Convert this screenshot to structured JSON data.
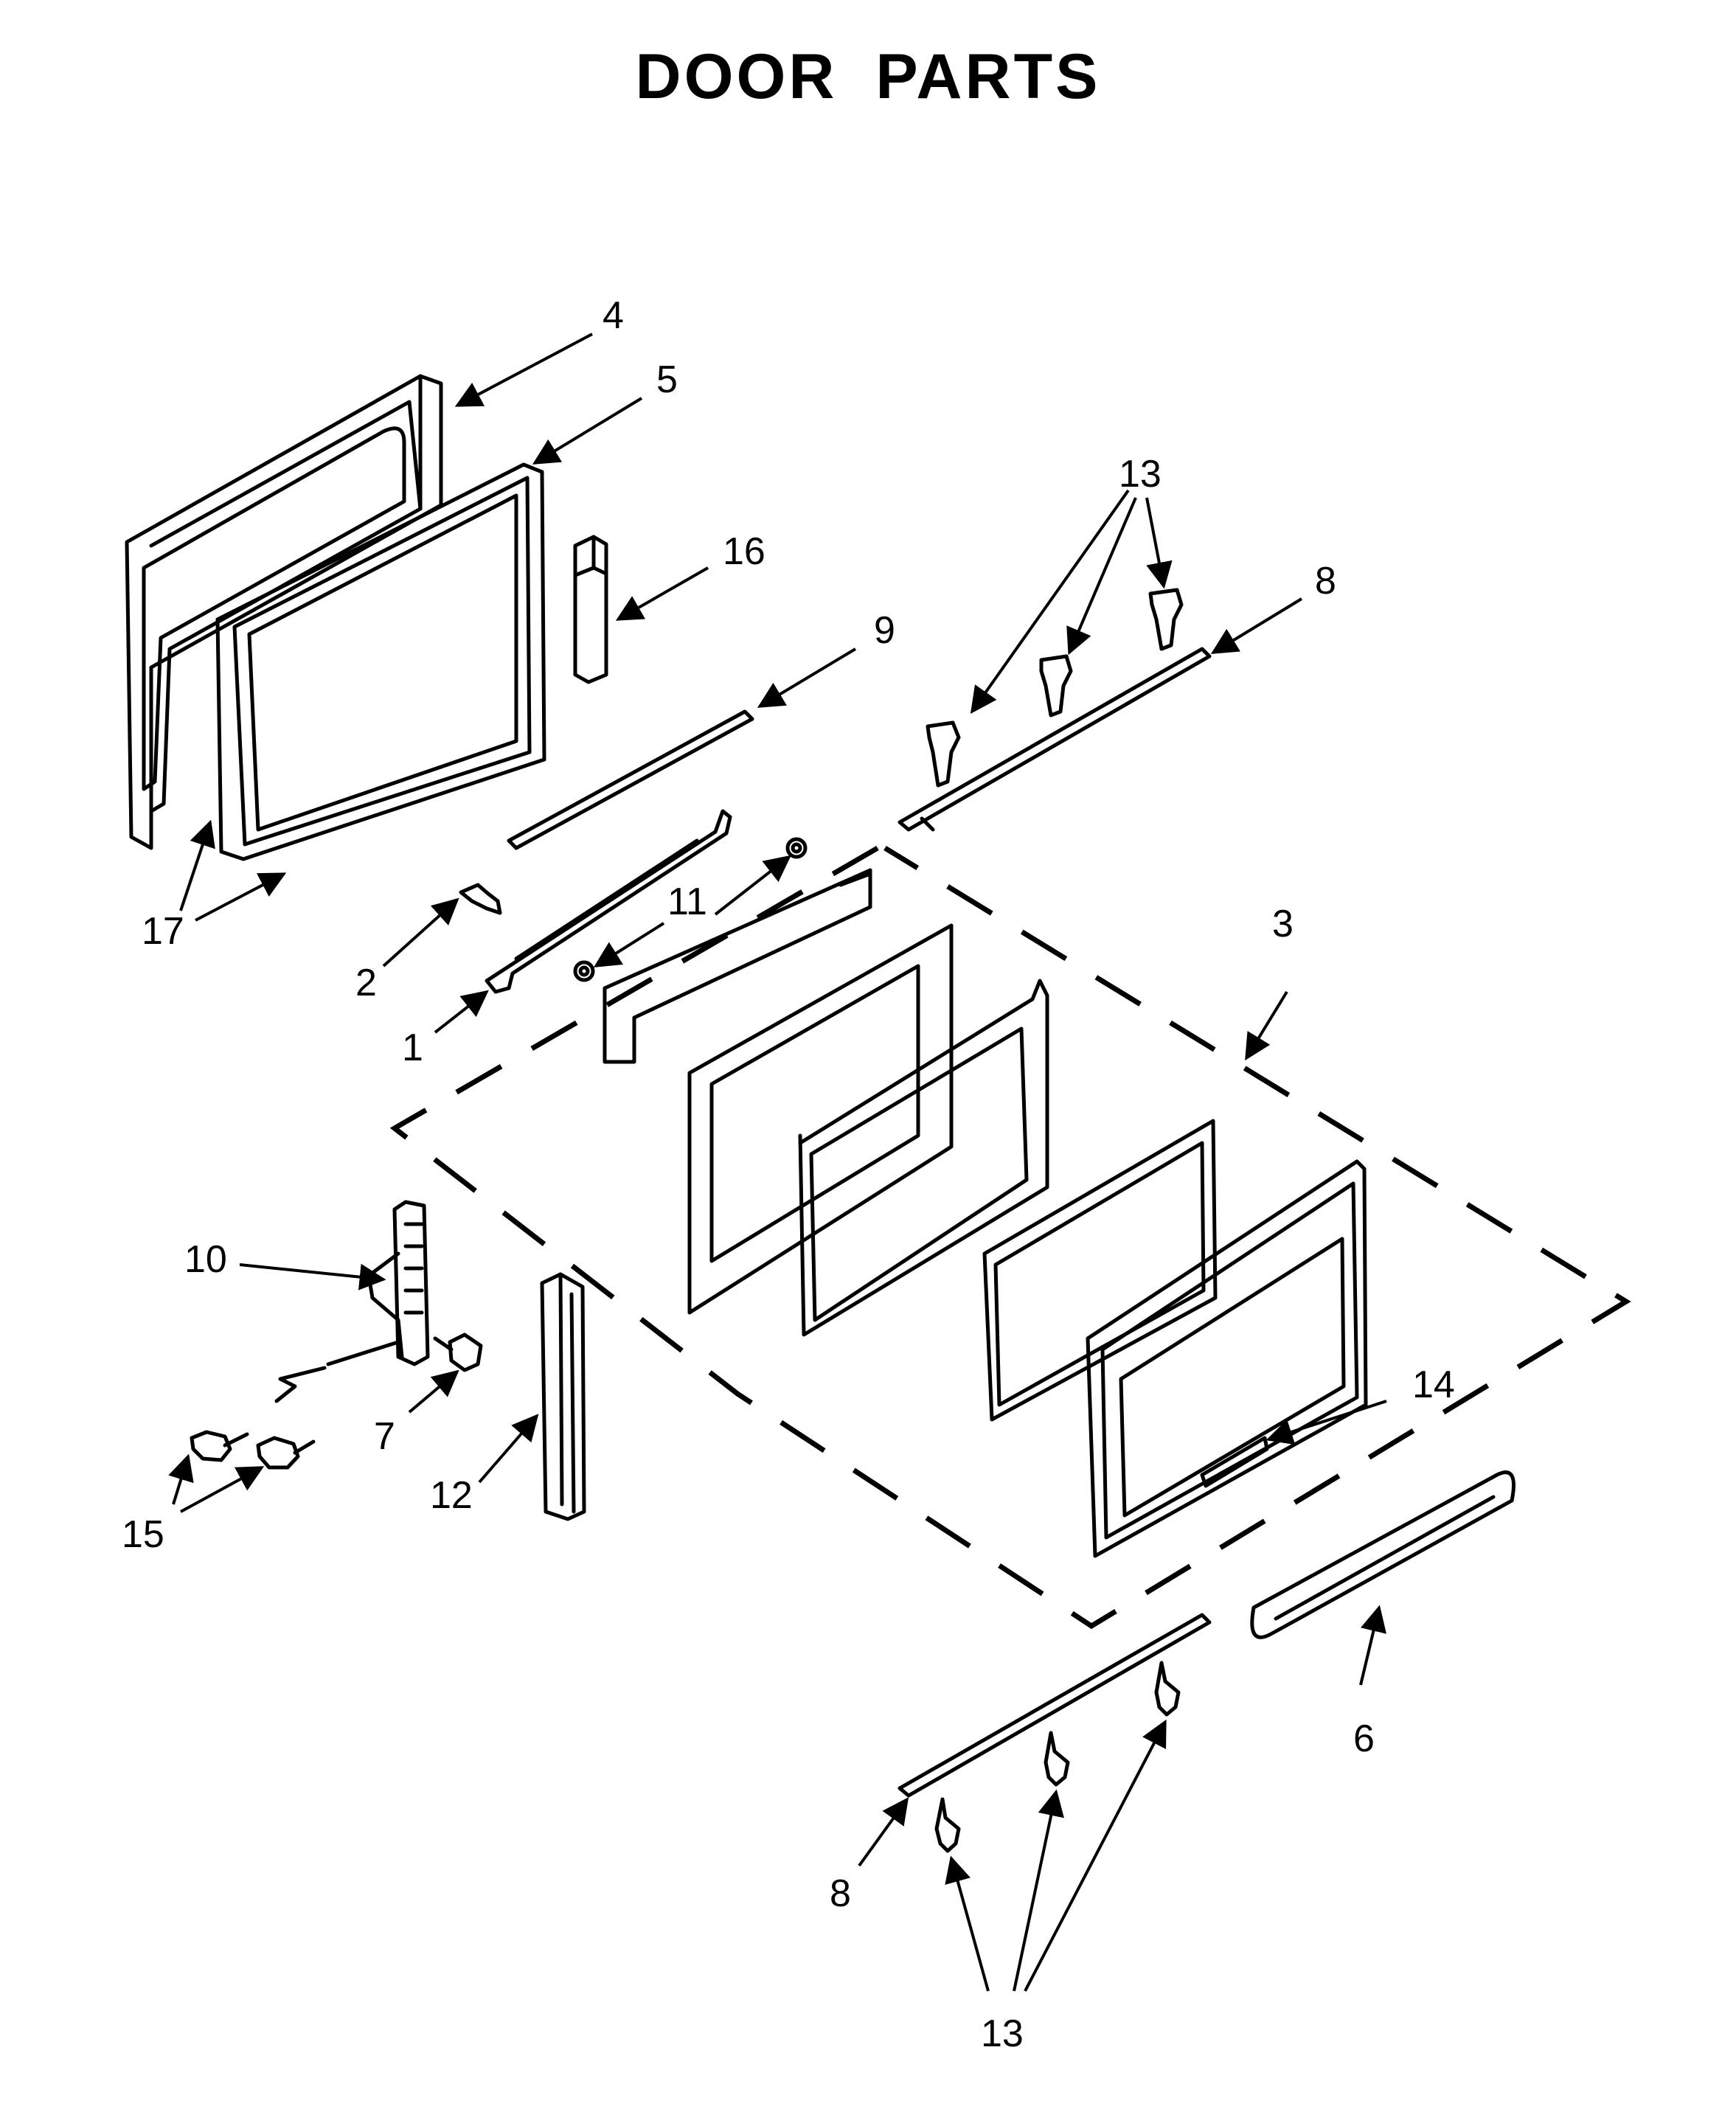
{
  "title": "DOOR PARTS",
  "callouts": {
    "c1": "1",
    "c2": "2",
    "c3": "3",
    "c4": "4",
    "c5": "5",
    "c6": "6",
    "c7": "7",
    "c8_top": "8",
    "c8_bottom": "8",
    "c9": "9",
    "c10": "10",
    "c11": "11",
    "c12": "12",
    "c13_top": "13",
    "c13_bottom": "13",
    "c14": "14",
    "c15": "15",
    "c16": "16",
    "c17": "17"
  },
  "colors": {
    "line": "#000000",
    "background": "#ffffff"
  }
}
